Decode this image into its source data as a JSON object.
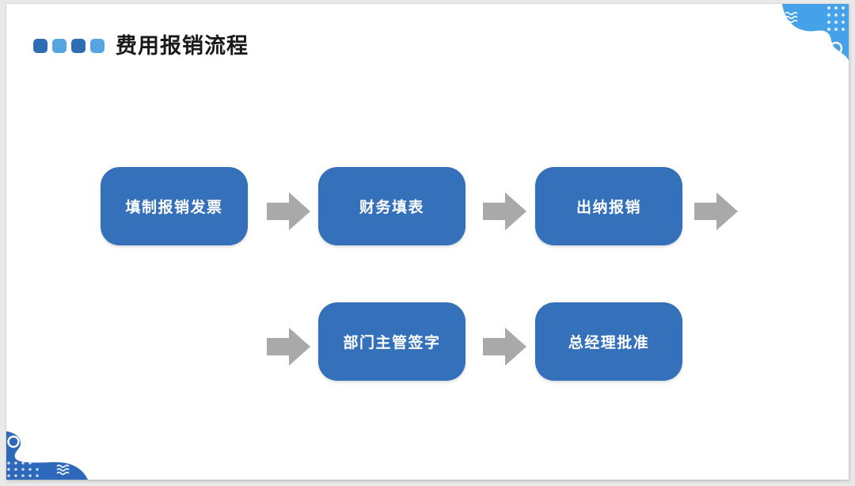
{
  "window": {
    "frame_background": "#e9e9e9"
  },
  "slide": {
    "background": "#ffffff",
    "header": {
      "title": "费用报销流程",
      "title_color": "#1a1a1a",
      "squares": [
        {
          "color": "#2e6cb4"
        },
        {
          "color": "#57a5e0"
        },
        {
          "color": "#2e6cb4"
        },
        {
          "color": "#57a5e0"
        }
      ]
    },
    "flowchart": {
      "box_fill": "#3571bb",
      "box_text_color": "#ffffff",
      "arrow_color": "#a9a9a9",
      "steps": [
        {
          "label": "填制报销发票"
        },
        {
          "label": "财务填表"
        },
        {
          "label": "出纳报销"
        },
        {
          "label": "部门主管签字"
        },
        {
          "label": "总经理批准"
        }
      ],
      "rows": [
        {
          "step_indexes": [
            0,
            1,
            2
          ],
          "trailing_arrow": true
        },
        {
          "step_indexes": [
            3,
            4
          ],
          "leading_arrow": true
        }
      ]
    },
    "decor": {
      "top_right_blob_color": "#45a1e8",
      "bottom_left_blob_color": "#2d68ba",
      "ornament_color": "#ffffff"
    }
  }
}
